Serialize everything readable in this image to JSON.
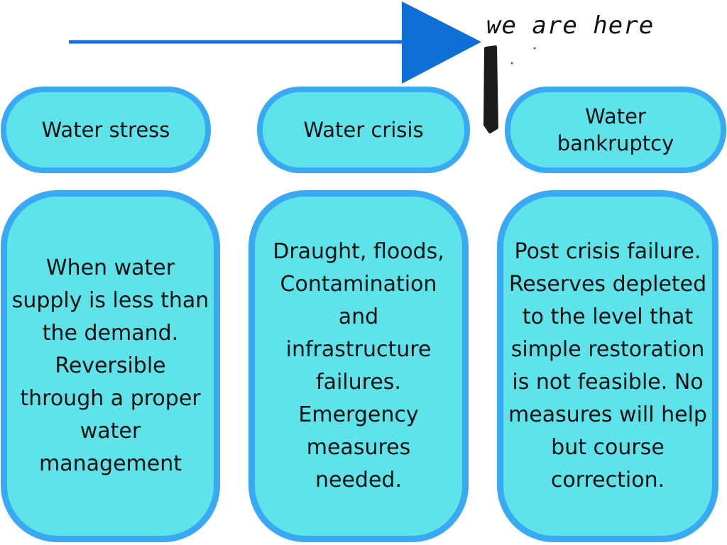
{
  "annotation": {
    "text": "we are here"
  },
  "stages": [
    {
      "title": "Water stress",
      "description": "When water supply is less than the demand. Reversible through a proper water management"
    },
    {
      "title": "Water crisis",
      "description": "Draught, floods, Contamination and infrastructure failures. Emergency measures needed."
    },
    {
      "title": "Water bankruptcy",
      "description": "Post crisis failure. Reserves depleted to the level that simple restoration is not feasible. No measures will help but course correction."
    }
  ],
  "colors": {
    "box_fill": "#5ee3ea",
    "box_border": "#3aa9f4",
    "arrow": "#0f6fd6",
    "marker": "#1b1b1b"
  }
}
